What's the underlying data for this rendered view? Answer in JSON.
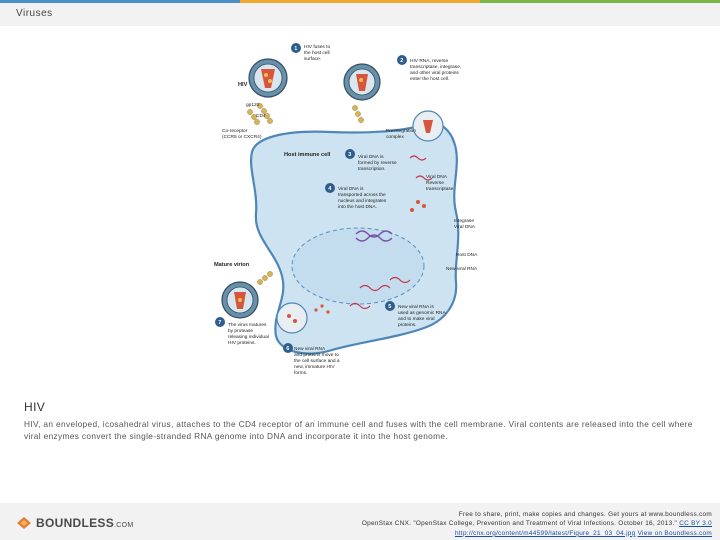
{
  "header": {
    "title": "Viruses"
  },
  "colors": {
    "accent_blue": "#4a90c8",
    "accent_orange": "#f0a830",
    "accent_green": "#7ab648",
    "cell_fill": "#cde3f1",
    "cell_border": "#4f86b8",
    "step_circle": "#2f5d8c"
  },
  "figure": {
    "labels": {
      "hiv": "HIV",
      "gp120": "gp120",
      "cd4": "CD4",
      "coreceptor_1": "Co-receptor",
      "coreceptor_2": "(CCR5 or CXCR4)",
      "host_cell": "Host immune cell",
      "preintegration_1": "Preintegration",
      "preintegration_2": "complex",
      "viral_dna": "Viral DNA",
      "reverse_1": "Reverse",
      "reverse_2": "transcriptase",
      "integrase": "Integrase",
      "viral_dna_2": "Viral DNA",
      "host_dna": "Host DNA",
      "new_viral_rna": "New viral RNA",
      "mature_virion": "Mature virion"
    },
    "steps": [
      {
        "num": "1",
        "lines": [
          "HIV fuses to",
          "the host cell",
          "surface."
        ]
      },
      {
        "num": "2",
        "lines": [
          "HIV RNA, reverse",
          "transcriptase, integrase,",
          "and other viral proteins",
          "enter the host cell."
        ]
      },
      {
        "num": "3",
        "lines": [
          "Viral DNA is",
          "formed by reverse",
          "transcription."
        ]
      },
      {
        "num": "4",
        "lines": [
          "Viral DNA is",
          "transported across the",
          "nucleus and integrates",
          "into the host DNA."
        ]
      },
      {
        "num": "5",
        "lines": [
          "New viral RNA is",
          "used as genomic RNA",
          "and to make viral",
          "proteins."
        ]
      },
      {
        "num": "6",
        "lines": [
          "New viral RNA",
          "and proteins move to",
          "the cell surface and a",
          "new, immature HIV",
          "forms."
        ]
      },
      {
        "num": "7",
        "lines": [
          "The virus matures",
          "by protease",
          "releasing individual",
          "HIV proteins."
        ]
      }
    ]
  },
  "caption": {
    "title": "HIV",
    "text": "HIV, an enveloped, icosahedral virus, attaches to the CD4 receptor of an immune cell and fuses with the cell membrane. Viral contents are released into the cell where viral enzymes convert the single-stranded RNA genome into DNA and incorporate it into the host genome."
  },
  "footer": {
    "logo_text": "BOUNDLESS",
    "logo_suffix": ".COM",
    "line1": "Free to share, print, make copies and changes. Get yours at www.boundless.com",
    "line2_prefix": "OpenStax CNX. \"OpenStax College, Prevention and Treatment of Viral Infections. October 16, 2013.\"",
    "license": "CC BY 3.0",
    "url": "http://cnx.org/content/m44599/latest/Figure_21_03_04.jpg",
    "view_link": "View on Boundless.com"
  }
}
